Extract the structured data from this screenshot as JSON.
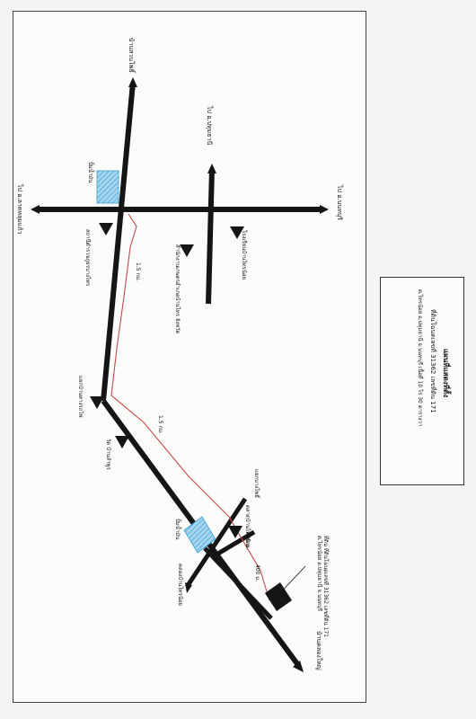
{
  "labels": {
    "top_north": "บ้านสวนโพธิ์",
    "to_pathumthani": "ไป อ.ปทุมธานี",
    "to_latlumkaeo": "ไป อ.ลาดหลุมแก้ว",
    "to_nonthaburi": "ไป อ.นนทบุรี",
    "gas_station_top": "ปั้มน้ำมัน",
    "market": "ตลาดบ้านไทรน้อย",
    "school": "โรงเรียนบ้านไทรน้อย",
    "police_station": "สถานีตำรวจภูธรบางไทร",
    "agri_office": "สำนักงานเกษตรอำเภอบ้านไทร จังหวัด",
    "dist_1": "1.5 กม.",
    "junction": "แยกบ้านทางรถไฟ",
    "dist_2": "1.5 กม.",
    "wat": "วัด บ้านลำพูร",
    "junction_bottom": "แยกบางโพธิ์",
    "gas_station_bottom": "ปั้มน้ำมัน",
    "dist_3": "400 ม.",
    "dist_4": "400 ม.",
    "site": "ที่ดิน ที่ดินโฉนดเลขที่ 31362 เลขที่ดิน 171",
    "site_sub": "ต.ไทรน้อย อ.ปทุมธานี จ.นนทบุรี",
    "canal": "คลองบ้านไทรน้อย",
    "bottom_end": "บ้านคลองใหญ่"
  },
  "legend": {
    "title": "แผนที่แสดงที่ตั้ง",
    "line1": "ที่ดินโฉนดเลขที่ 31362 เลขที่ดิน 171",
    "line2": "ต.ไทรน้อย อ.ปทุมธานี จ.นนทบุรี เนื้อที่ 10 ไร่ 30 ตารางวา"
  },
  "colors": {
    "road": "#151515",
    "route": "#c44a4a",
    "fuel_fill": "#9fd0ea",
    "fuel_hatch": "#3a9fd6",
    "site_fill": "#161616"
  }
}
